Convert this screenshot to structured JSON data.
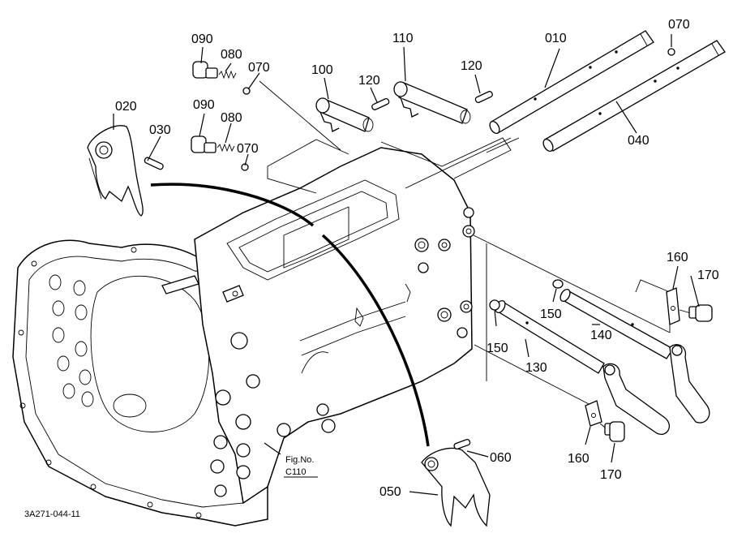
{
  "parts": [
    {
      "key": "p010",
      "label": "010"
    },
    {
      "key": "p020",
      "label": "020"
    },
    {
      "key": "p030",
      "label": "030"
    },
    {
      "key": "p040",
      "label": "040"
    },
    {
      "key": "p050",
      "label": "050"
    },
    {
      "key": "p060",
      "label": "060"
    },
    {
      "key": "p070a",
      "label": "070"
    },
    {
      "key": "p070b",
      "label": "070"
    },
    {
      "key": "p070c",
      "label": "070"
    },
    {
      "key": "p080a",
      "label": "080"
    },
    {
      "key": "p080b",
      "label": "080"
    },
    {
      "key": "p090a",
      "label": "090"
    },
    {
      "key": "p090b",
      "label": "090"
    },
    {
      "key": "p100",
      "label": "100"
    },
    {
      "key": "p110",
      "label": "110"
    },
    {
      "key": "p120a",
      "label": "120"
    },
    {
      "key": "p120b",
      "label": "120"
    },
    {
      "key": "p130",
      "label": "130"
    },
    {
      "key": "p140",
      "label": "140"
    },
    {
      "key": "p150a",
      "label": "150"
    },
    {
      "key": "p150b",
      "label": "150"
    },
    {
      "key": "p160a",
      "label": "160"
    },
    {
      "key": "p160b",
      "label": "160"
    },
    {
      "key": "p170a",
      "label": "170"
    },
    {
      "key": "p170b",
      "label": "170"
    }
  ],
  "figure_ref": {
    "line1": "Fig.No.",
    "line2": "C110"
  },
  "drawing_code": "3A271-044-11"
}
